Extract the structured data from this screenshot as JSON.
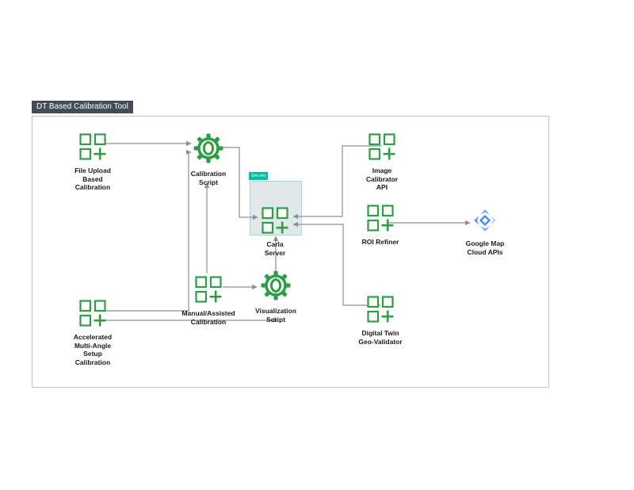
{
  "title_tag": {
    "label": "DT Based Calibration Tool"
  },
  "diagram": {
    "nodes": [
      {
        "id": "file-upload",
        "label": "File Upload\nBased\nCalibration",
        "icon": "app-grid-icon"
      },
      {
        "id": "calibration-script",
        "label": "Calibration\nScript",
        "icon": "gear-icon"
      },
      {
        "id": "carla-server",
        "label": "Carla\nServer",
        "icon": "app-grid-icon",
        "badge": "Sim env",
        "highlighted": true
      },
      {
        "id": "image-calibrator-api",
        "label": "Image\nCalibrator\nAPI",
        "icon": "app-grid-icon"
      },
      {
        "id": "roi-refiner",
        "label": "ROI Refiner",
        "icon": "app-grid-icon"
      },
      {
        "id": "google-map-cloud-apis",
        "label": "Google Map\nCloud APIs",
        "icon": "google-maps-platform-icon"
      },
      {
        "id": "manual-assisted",
        "label": "Manual/Assisted\nCalibration",
        "icon": "app-grid-icon"
      },
      {
        "id": "visualization-script",
        "label": "Visualization\nScript",
        "icon": "gear-icon"
      },
      {
        "id": "digital-twin-geo-validator",
        "label": "Digital Twin\nGeo-Validator",
        "icon": "app-grid-icon"
      },
      {
        "id": "accelerated",
        "label": "Accelerated\nMulti-Angle\nSetup\nCalibration",
        "icon": "app-grid-icon"
      }
    ],
    "edges": [
      {
        "from": "file-upload",
        "to": "calibration-script"
      },
      {
        "from": "accelerated",
        "to": "calibration-script"
      },
      {
        "from": "manual-assisted",
        "to": "calibration-script"
      },
      {
        "from": "calibration-script",
        "to": "carla-server"
      },
      {
        "from": "image-calibrator-api",
        "to": "carla-server"
      },
      {
        "from": "digital-twin-geo-validator",
        "to": "carla-server"
      },
      {
        "from": "roi-refiner",
        "to": "google-map-cloud-apis"
      },
      {
        "from": "manual-assisted",
        "to": "visualization-script"
      },
      {
        "from": "visualization-script",
        "to": "carla-server"
      },
      {
        "from": "accelerated",
        "to": "visualization-script"
      }
    ],
    "colors": {
      "node_green": "#2E9E44",
      "connector_gray": "#8C9094",
      "tag_background": "#414E5A",
      "highlight_fill": "#E1E7EA",
      "highlight_border": "#A6D9D0",
      "badge_teal": "#00BFA5",
      "google_blue_dark": "#4285F4",
      "google_blue_mid": "#669DF6",
      "google_blue_light": "#AECBFA"
    }
  }
}
